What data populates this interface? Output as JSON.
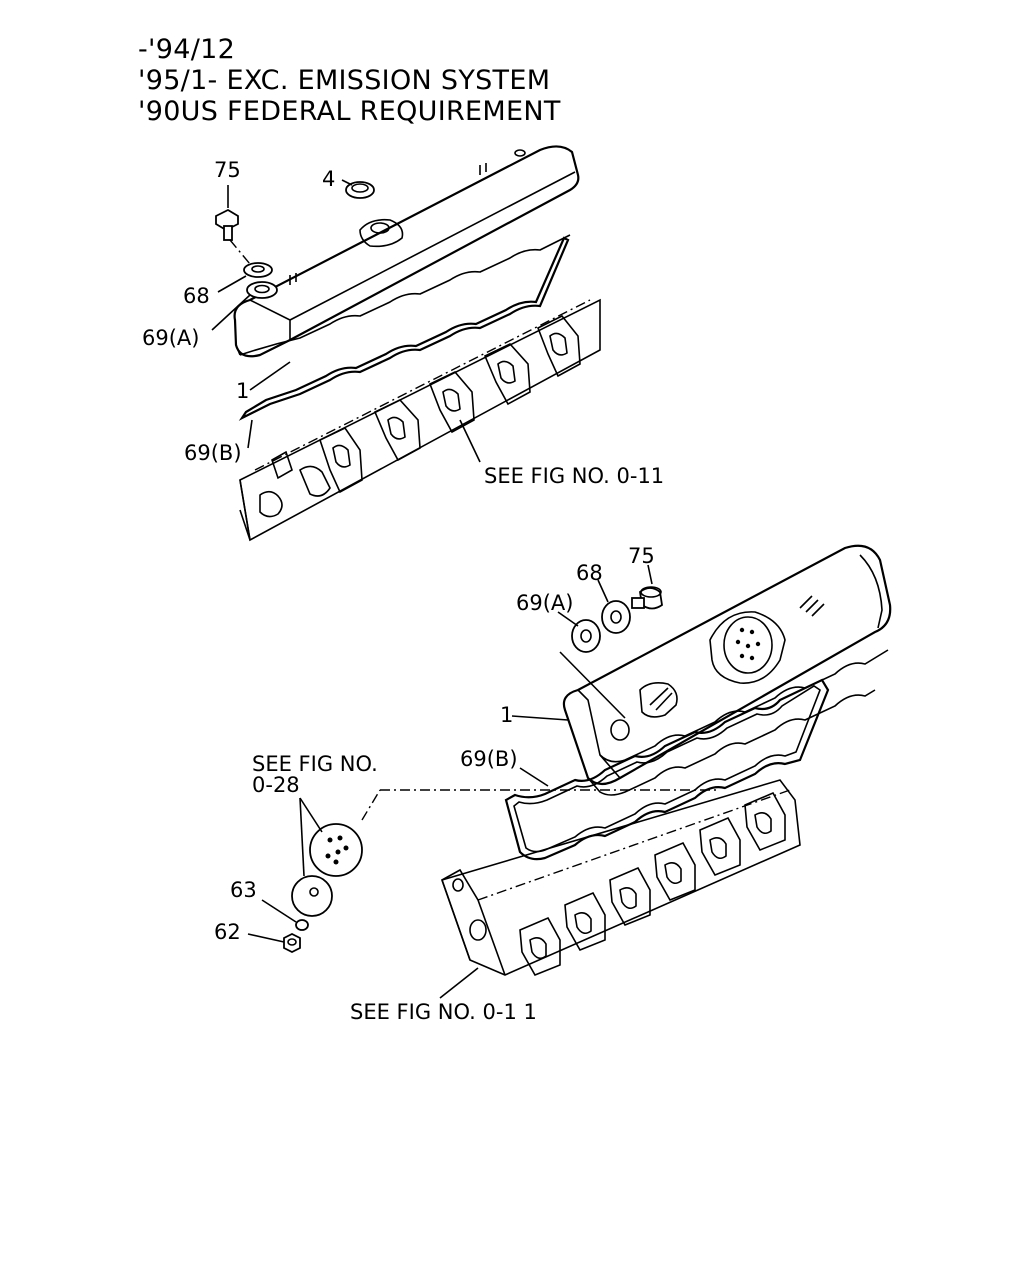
{
  "header": {
    "line1": "-'94/12",
    "line2": "'95/1- EXC. EMISSION SYSTEM",
    "line3": "'90US FEDERAL REQUIREMENT"
  },
  "upper": {
    "label_75": "75",
    "label_4": "4",
    "label_68": "68",
    "label_69a": "69(A)",
    "label_1": "1",
    "label_69b": "69(B)",
    "ref": "SEE FIG NO. 0-11"
  },
  "lower": {
    "label_75": "75",
    "label_68": "68",
    "label_69a": "69(A)",
    "label_1": "1",
    "label_69b": "69(B)",
    "ref_028_line1": "SEE FIG NO.",
    "ref_028_line2": "0-28",
    "label_63": "63",
    "label_62": "62",
    "ref": "SEE FIG NO. 0-1 1"
  }
}
